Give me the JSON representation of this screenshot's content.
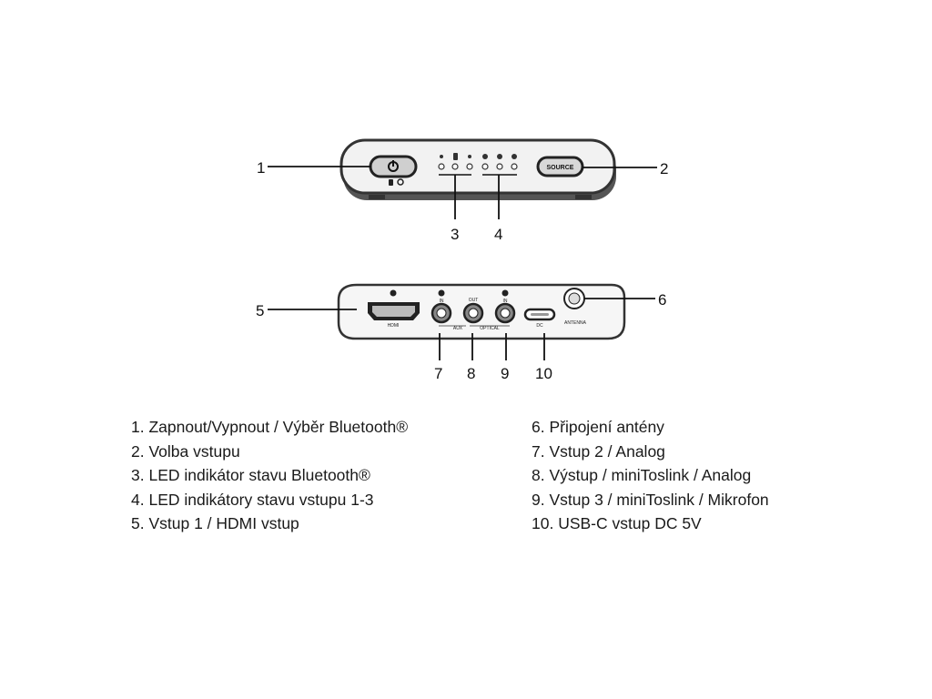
{
  "callouts": {
    "n1": "1",
    "n2": "2",
    "n3": "3",
    "n4": "4",
    "n5": "5",
    "n6": "6",
    "n7": "7",
    "n8": "8",
    "n9": "9",
    "n10": "10"
  },
  "front_panel": {
    "source_button_label": "SOURCE"
  },
  "back_panel": {
    "hdmi_label": "HDMI",
    "aux_in_label": "IN",
    "optical_out_label": "OUT",
    "optical_in_label": "IN",
    "aux_label": "AUX",
    "optical_label": "OPTICAL",
    "dc_label": "DC",
    "antenna_label": "ANTENNA"
  },
  "legend": {
    "left": [
      "1. Zapnout/Vypnout / Výběr Bluetooth®",
      "2. Volba vstupu",
      "3. LED indikátor stavu Bluetooth®",
      "4. LED indikátory stavu vstupu 1-3",
      "5. Vstup 1 / HDMI vstup"
    ],
    "right": [
      "6. Připojení antény",
      "7. Vstup 2 / Analog",
      "8. Výstup / miniToslink / Analog",
      "9. Vstup 3 / miniToslink / Mikrofon",
      "10. USB-C vstup DC 5V"
    ]
  }
}
